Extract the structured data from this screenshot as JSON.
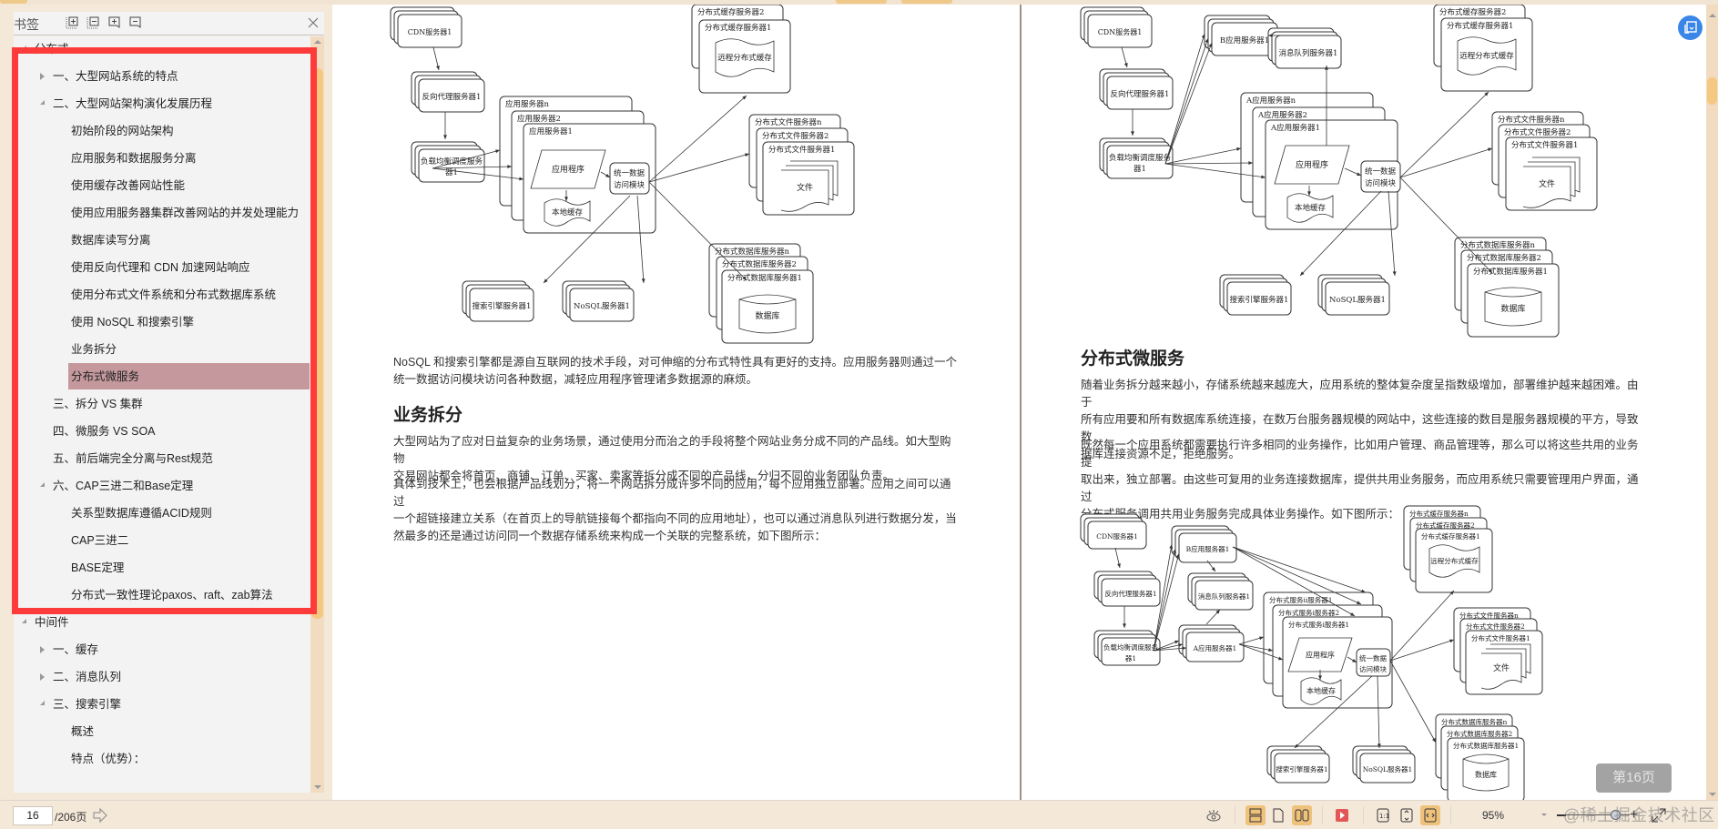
{
  "sidebar": {
    "title": "书签",
    "tools": [
      "expand-all-icon",
      "collapse-all-icon",
      "add-bookmark-icon",
      "remove-bookmark-icon"
    ],
    "items": [
      {
        "label": "分布式",
        "level": 0,
        "arrow": "open"
      },
      {
        "label": "一、大型网站系统的特点",
        "level": 1,
        "arrow": "closed"
      },
      {
        "label": "二、大型网站架构演化发展历程",
        "level": 1,
        "arrow": "open"
      },
      {
        "label": "初始阶段的网站架构",
        "level": 2
      },
      {
        "label": "应用服务和数据服务分离",
        "level": 2
      },
      {
        "label": "使用缓存改善网站性能",
        "level": 2
      },
      {
        "label": "使用应用服务器集群改善网站的并发处理能力",
        "level": 2
      },
      {
        "label": "数据库读写分离",
        "level": 2
      },
      {
        "label": "使用反向代理和 CDN 加速网站响应",
        "level": 2
      },
      {
        "label": "使用分布式文件系统和分布式数据库系统",
        "level": 2
      },
      {
        "label": "使用 NoSQL 和搜索引擎",
        "level": 2
      },
      {
        "label": "业务拆分",
        "level": 2
      },
      {
        "label": "分布式微服务",
        "level": 2,
        "selected": true
      },
      {
        "label": "三、拆分 VS 集群",
        "level": 1
      },
      {
        "label": "四、微服务 VS SOA",
        "level": 1
      },
      {
        "label": "五、前后端完全分离与Rest规范",
        "level": 1
      },
      {
        "label": "六、CAP三进二和Base定理",
        "level": 1,
        "arrow": "open"
      },
      {
        "label": "关系型数据库遵循ACID规则",
        "level": 2
      },
      {
        "label": "CAP三进二",
        "level": 2
      },
      {
        "label": "BASE定理",
        "level": 2
      },
      {
        "label": "分布式一致性理论paxos、raft、zab算法",
        "level": 2
      },
      {
        "label": "中间件",
        "level": 0,
        "arrow": "open"
      },
      {
        "label": "一、缓存",
        "level": 1,
        "arrow": "closed"
      },
      {
        "label": "二、消息队列",
        "level": 1,
        "arrow": "closed"
      },
      {
        "label": "三、搜索引擎",
        "level": 1,
        "arrow": "open"
      },
      {
        "label": "概述",
        "level": 2
      },
      {
        "label": "特点（优势）：",
        "level": 2
      }
    ],
    "highlight_color": "#c4989d",
    "annotation_box_color": "#fd3b3b"
  },
  "document": {
    "left_page": {
      "paragraph_1": [
        "NoSQL 和搜索引擎都是源自互联网的技术手段，对可伸缩的分布式特性具有更好的支持。应用服务器则通过一个",
        "统一数据访问模块访问各种数据，减轻应用程序管理诸多数据源的麻烦。"
      ],
      "heading": "业务拆分",
      "paragraph_2": [
        "大型网站为了应对日益复杂的业务场景，通过使用分而治之的手段将整个网站业务分成不同的产品线。如大型购物",
        "交易网站都会将首页、商铺、订单、买家、卖家等拆分成不同的产品线，分归不同的业务团队负责。"
      ],
      "paragraph_3": [
        "具体到技术上，也会根据产品线划分，将一个网站拆分成许多不同的应用，每个应用独立部署。应用之间可以通过",
        "一个超链接建立关系（在首页上的导航链接每个都指向不同的应用地址），也可以通过消息队列进行数据分发，当",
        "然最多的还是通过访问同一个数据存储系统来构成一个关联的完整系统，如下图所示："
      ],
      "diagram": {
        "cdn": "CDN服务器1",
        "proxy": "反向代理服务器1",
        "lb": [
          "负载均衡调度服务",
          "器1"
        ],
        "app_n": "应用服务器n",
        "app_2": "应用服务器2",
        "app_1": "应用服务器1",
        "program": "应用程序",
        "local_cache": "本地缓存",
        "data_access": [
          "统一数据",
          "访问模块"
        ],
        "cache_2": "分布式缓存服务器2",
        "cache_1": "分布式缓存服务器1",
        "remote_cache": "远程分布式缓存",
        "file_n": "分布式文件服务器n",
        "file_2": "分布式文件服务器2",
        "file_1": "分布式文件服务器1",
        "file": "文件",
        "search": "搜索引擎服务器1",
        "nosql": "NoSQL服务器1",
        "db_n": "分布式数据库服务器n",
        "db_2": "分布式数据库服务器2",
        "db_1": "分布式数据库服务器1",
        "db": "数据库"
      }
    },
    "right_page": {
      "heading": "分布式微服务",
      "paragraph_1": [
        "随着业务拆分越来越小，存储系统越来越庞大，应用系统的整体复杂度呈指数级增加，部署维护越来越困难。由于",
        "所有应用要和所有数据库系统连接，在数万台服务器规模的网站中，这些连接的数目是服务器规模的平方，导致数",
        "据库连接资源不足，拒绝服务。"
      ],
      "paragraph_2": [
        "既然每一个应用系统都需要执行许多相同的业务操作，比如用户管理、商品管理等，那么可以将这些共用的业务提",
        "取出来，独立部署。由这些可复用的业务连接数据库，提供共用业务服务，而应用系统只需要管理用户界面，通过",
        "分布式服务调用共用业务服务完成具体业务操作。如下图所示："
      ],
      "diagram_top": {
        "cdn": "CDN服务器1",
        "proxy": "反向代理服务器1",
        "lb": [
          "负载均衡调度服务",
          "器1"
        ],
        "b_app": "B应用服务器1",
        "mq": "消息队列服务器1",
        "a_app_n": "A应用服务器n",
        "a_app_2": "A应用服务器2",
        "a_app_1": "A应用服务器1",
        "program": "应用程序",
        "local_cache": "本地缓存",
        "data_access": [
          "统一数据",
          "访问模块"
        ],
        "cache_2": "分布式缓存服务器2",
        "cache_1": "分布式缓存服务器1",
        "remote_cache": "远程分布式缓存",
        "file_n": "分布式文件服务器n",
        "file_2": "分布式文件服务器2",
        "file_1": "分布式文件服务器1",
        "file": "文件",
        "search": "搜索引擎服务器1",
        "nosql": "NoSQL服务器1",
        "db_n": "分布式数据库服务器n",
        "db_2": "分布式数据库服务器2",
        "db_1": "分布式数据库服务器1",
        "db": "数据库"
      },
      "diagram_bottom": {
        "cdn": "CDN服务器1",
        "proxy": "反向代理服务器1",
        "lb": [
          "负载均衡调度服务",
          "器1"
        ],
        "b_app": "B应用服务器1",
        "mq": "消息队列服务器1",
        "a_app": "A应用服务器1",
        "svc_ii": "分布式服务ii服务器1",
        "svc_i2": "分布式服务i服务器2",
        "svc_i1": "分布式服务i服务器1",
        "program": "应用程序",
        "local_cache": "本地缓存",
        "data_access": [
          "统一数据",
          "访问模块"
        ],
        "cache_n": "分布式缓存服务器n",
        "cache_2": "分布式缓存服务器2",
        "cache_1": "分布式缓存服务器1",
        "remote_cache": "远程分布式缓存",
        "file_n": "分布式文件服务器n",
        "file_2": "分布式文件服务器2",
        "file_1": "分布式文件服务器1",
        "file": "文件",
        "search": "搜索引擎服务器1",
        "nosql": "NoSQL服务器1",
        "db_n": "分布式数据库服务器n",
        "db_2": "分布式数据库服务器2",
        "db_1": "分布式数据库服务器1",
        "db": "数据库"
      }
    },
    "page_badge": "第16页"
  },
  "bottombar": {
    "current_page": "16",
    "total_pages": "/206页",
    "zoom": "95%",
    "watermark": "@稀土掘金技术社区",
    "view_buttons": [
      {
        "name": "read-mode-icon",
        "active": false
      },
      {
        "name": "continuous-page-icon",
        "active": true
      },
      {
        "name": "single-page-icon",
        "active": false
      },
      {
        "name": "dual-page-icon",
        "active": true
      },
      {
        "name": "play-icon",
        "active": false
      },
      {
        "name": "actual-size-icon",
        "active": false
      },
      {
        "name": "fit-page-icon",
        "active": false
      },
      {
        "name": "fit-width-icon",
        "active": true
      }
    ]
  }
}
